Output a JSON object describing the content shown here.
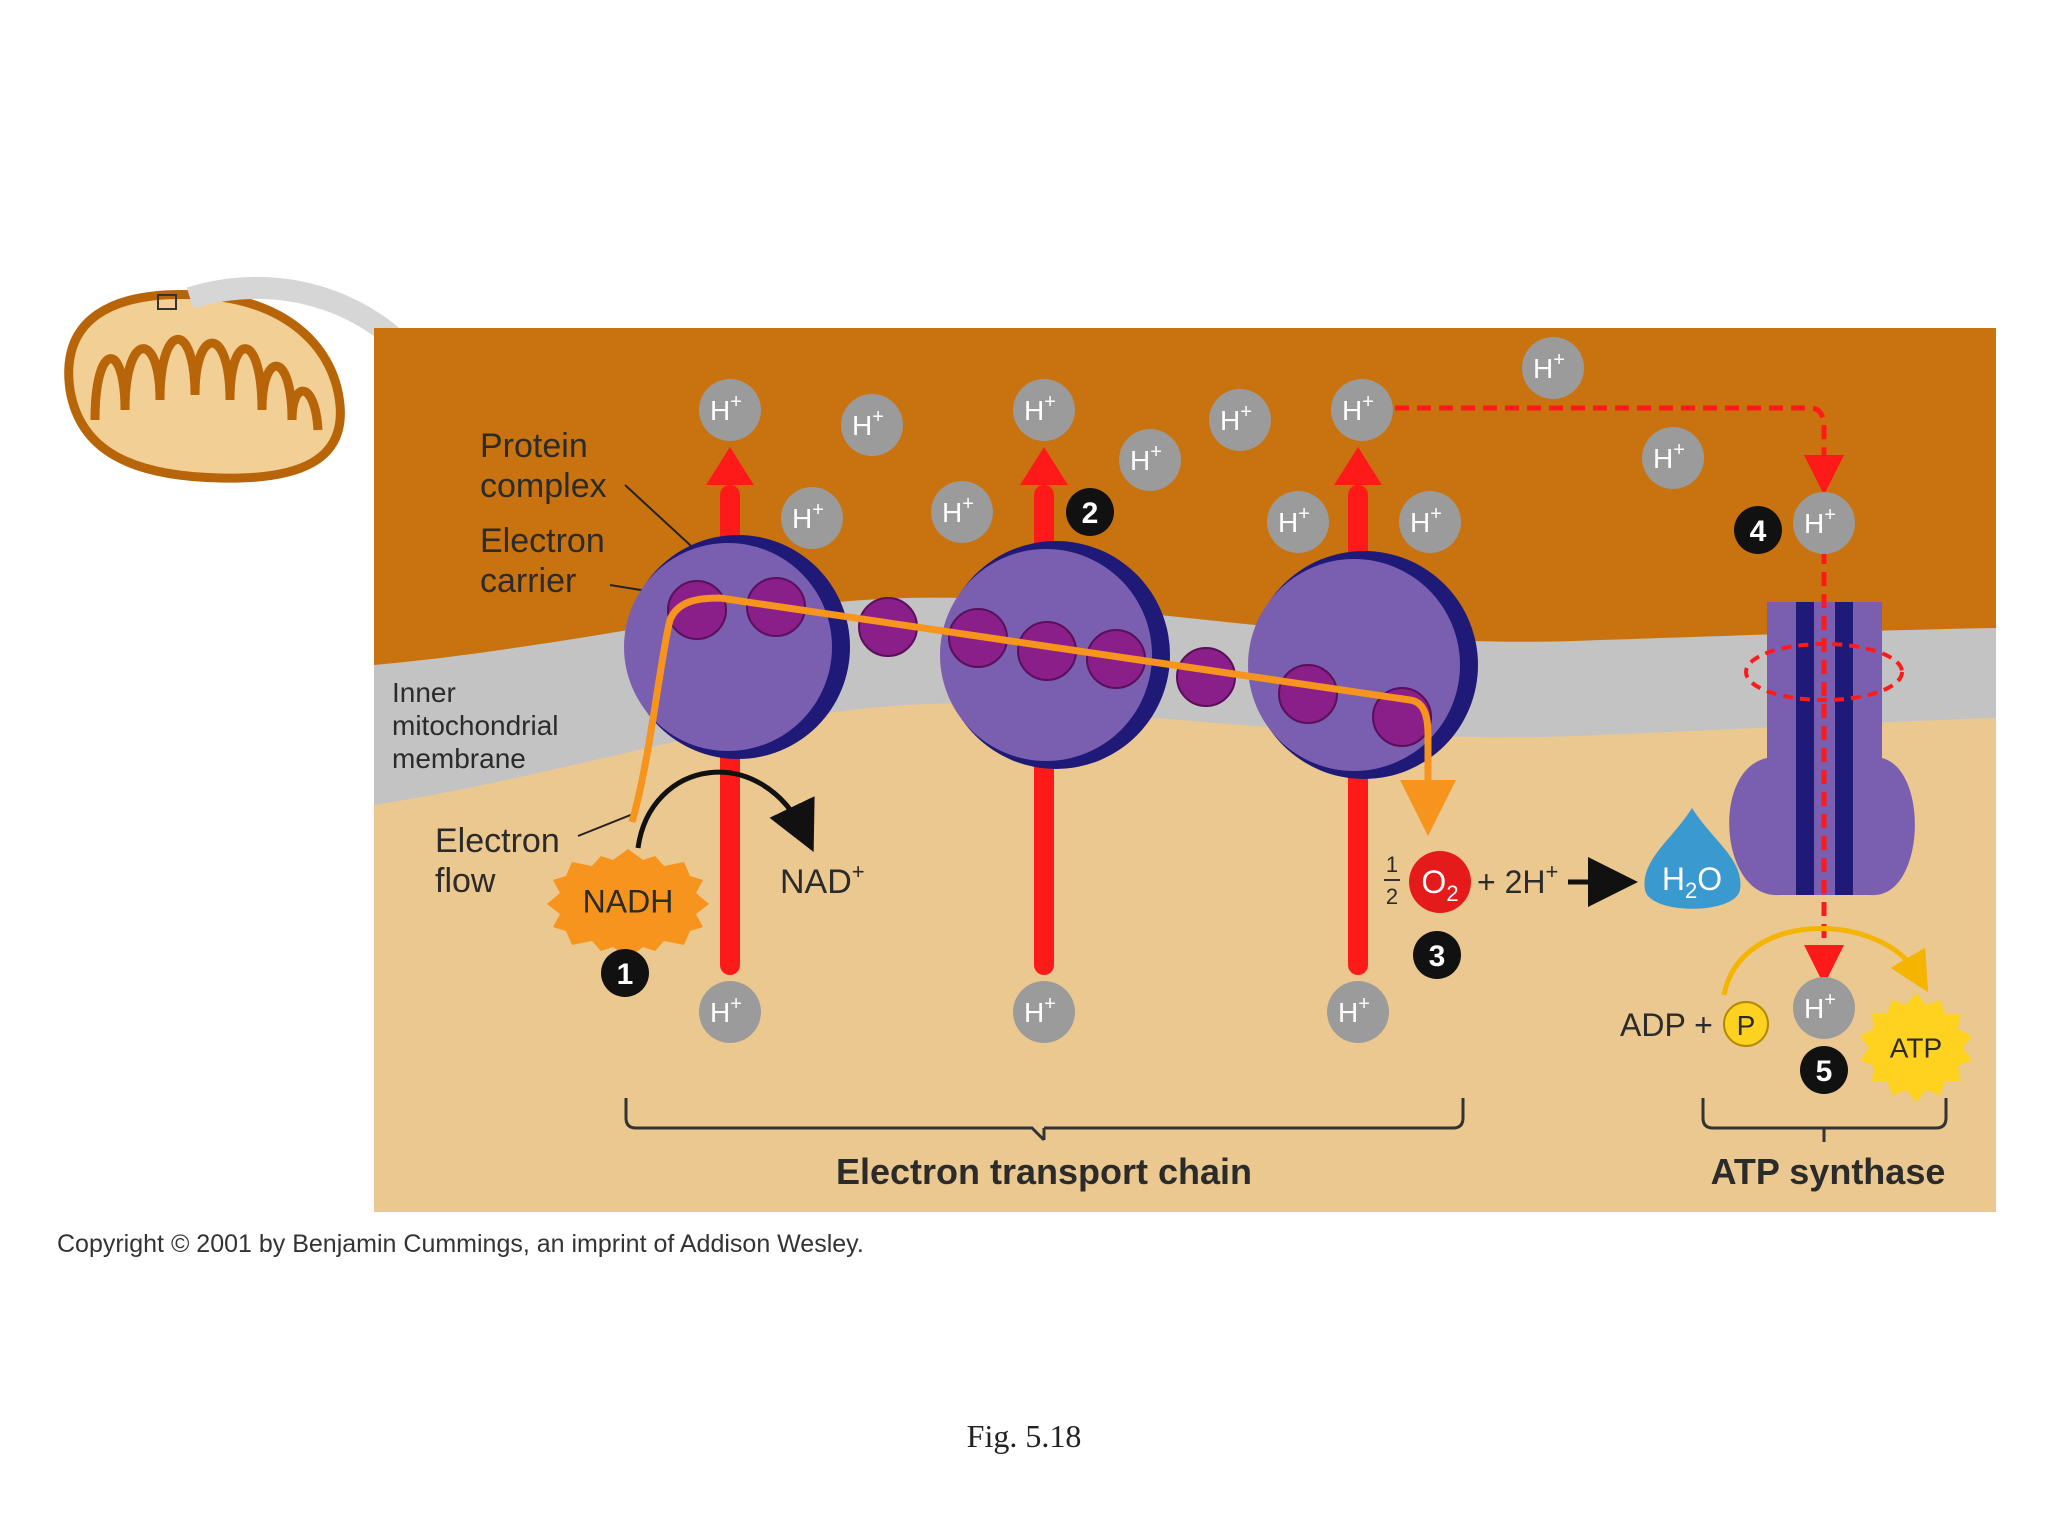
{
  "labels": {
    "protein_complex": [
      "Protein",
      "complex"
    ],
    "electron_carrier": [
      "Electron",
      "carrier"
    ],
    "inner_membrane": [
      "Inner",
      "mitochondrial",
      "membrane"
    ],
    "electron_flow": [
      "Electron",
      "flow"
    ],
    "nadh": "NADH",
    "nad_plus": "NAD",
    "h_ion": "H",
    "plus": "+",
    "half_num": "1",
    "half_den": "2",
    "o2": "O",
    "o2_sub": "2",
    "two_h": "+ 2H",
    "h2o": "H",
    "h2o_sub": "2",
    "h2o_o": "O",
    "adp": "ADP +",
    "phosphate": "P",
    "atp": "ATP",
    "etc_label": "Electron transport chain",
    "atp_synthase_label": "ATP synthase"
  },
  "steps": [
    "1",
    "2",
    "3",
    "4",
    "5"
  ],
  "copyright": "Copyright © 2001 by Benjamin Cummings, an imprint of Addison Wesley.",
  "caption": "Fig. 5.18",
  "colors": {
    "intermembrane_space": "#c8730f",
    "matrix": "#ebc88f",
    "membrane": "#c3c3c3",
    "protein": "#7a5fb0",
    "carrier": "#8a1f8a",
    "proton_arrow": "#ff1a1a",
    "electron_path": "#f7941d",
    "h_ion": "#9b9b9b",
    "water": "#3a9ad0",
    "atp_star": "#ffd21f"
  }
}
